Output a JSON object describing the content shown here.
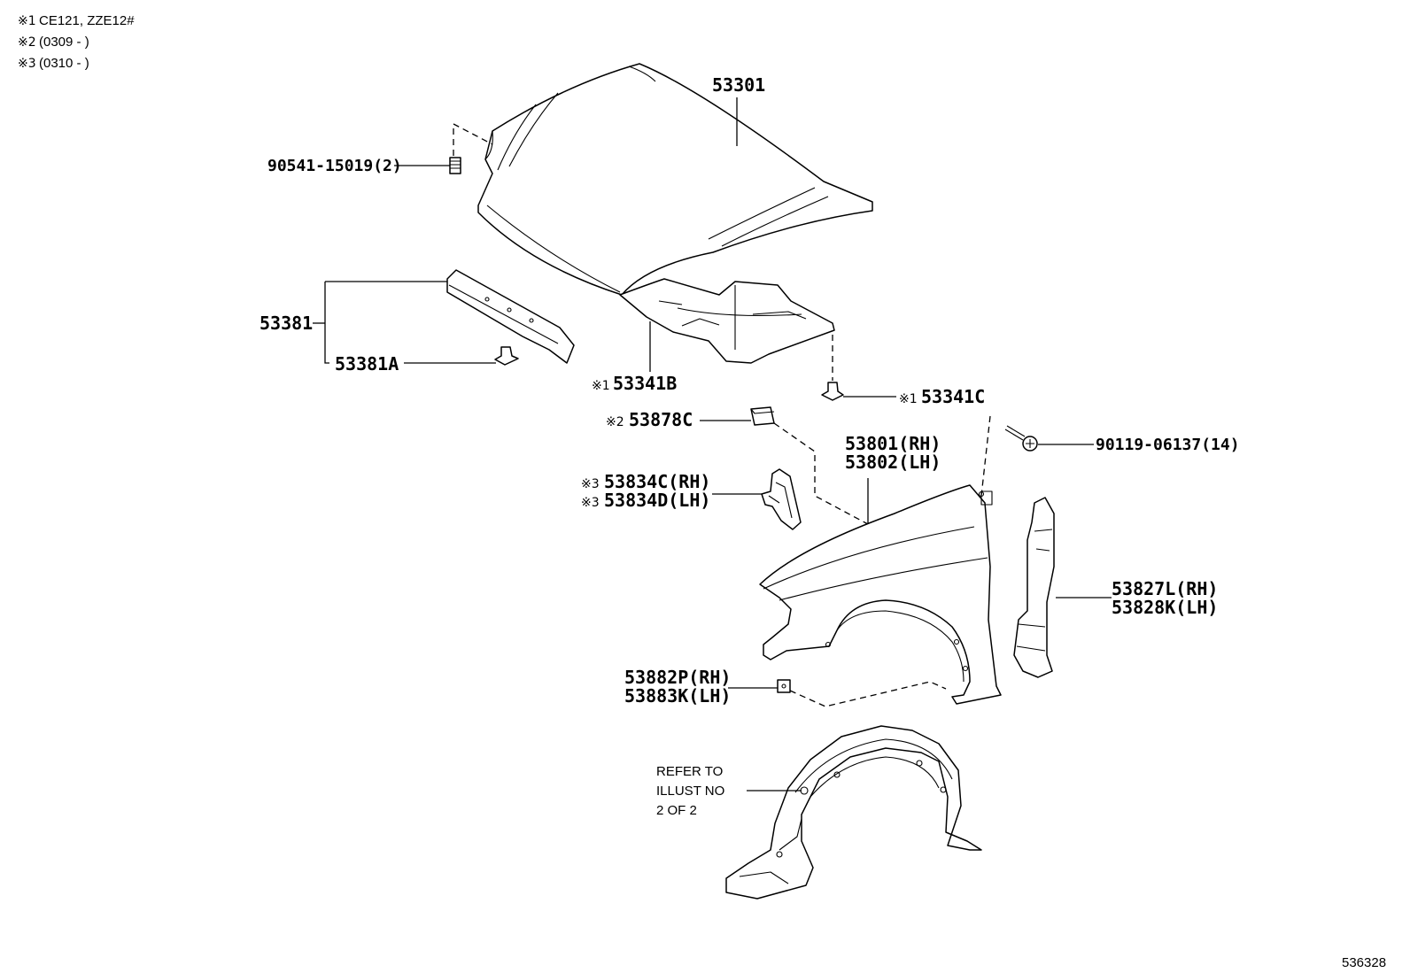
{
  "notes": [
    {
      "mark": "※1",
      "text": "CE121, ZZE12#"
    },
    {
      "mark": "※2",
      "text": "(0309 -       )"
    },
    {
      "mark": "※3",
      "text": "(0310 -       )"
    }
  ],
  "labels": {
    "hood": "53301",
    "hood_bolt": "90541-15019(2)",
    "hood_seal": "53381",
    "hood_clip": "53381A",
    "insulator": "53341B",
    "insulator_mark": "※1",
    "insulator_clip": "53341C",
    "insulator_clip_mark": "※1",
    "fender_pad": "53878C",
    "fender_pad_mark": "※2",
    "fender_rh": "53801(RH)",
    "fender_lh": "53802(LH)",
    "screw": "90119-06137(14)",
    "seal_rh": "53834C(RH)",
    "seal_lh": "53834D(LH)",
    "seal_mark_rh": "※3",
    "seal_mark_lh": "※3",
    "bracket_rh": "53827L(RH)",
    "bracket_lh": "53828K(LH)",
    "liner_rh": "53882P(RH)",
    "liner_lh": "53883K(LH)",
    "refer_1": "REFER TO",
    "refer_2": "ILLUST NO",
    "refer_3": "2 OF 2"
  },
  "diagram_number": "536328"
}
